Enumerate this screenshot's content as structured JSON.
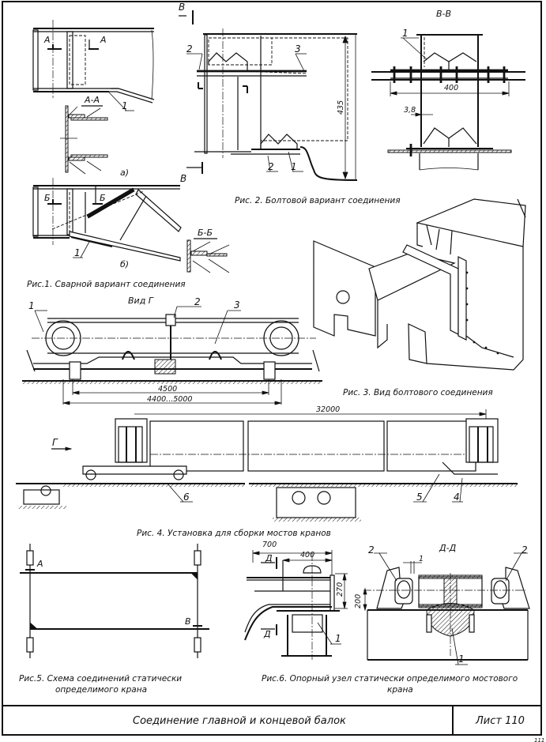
{
  "sheet": {
    "title": "Соединение главной и концевой балок",
    "sheet_label": "Лист 110",
    "page_corner_mark": "111"
  },
  "figures": {
    "fig1": {
      "caption": "Рис.1. Сварной вариант соединения",
      "section_a": "А",
      "section_a_title": "А-А",
      "section_b": "Б",
      "section_b_title": "Б-Б",
      "variant_a": "а)",
      "variant_b": "б)",
      "callouts": [
        "1",
        "1"
      ]
    },
    "fig2": {
      "caption": "Рис. 2. Болтовой вариант соединения",
      "section_mark": "В",
      "section_title": "В-В",
      "callouts": [
        "2",
        "3",
        "2",
        "1",
        "1"
      ],
      "dimensions": {
        "height": "435",
        "width": "400",
        "gap": "3,8"
      }
    },
    "fig3": {
      "caption": "Рис. 3. Вид болтового соединения"
    },
    "fig4": {
      "caption": "Рис. 4. Установка для сборки мостов кранов",
      "view_title": "Вид Г",
      "view_mark": "Г",
      "callouts": [
        "1",
        "2",
        "3",
        "6",
        "5",
        "4"
      ],
      "dimensions": {
        "track": "4500",
        "track_range": "4400...5000",
        "span": "32000"
      }
    },
    "fig5": {
      "caption_line1": "Рис.5. Схема соединений статически",
      "caption_line2": "определимого крана",
      "point_a": "А",
      "point_b": "В"
    },
    "fig6": {
      "caption_line1": "Рис.6. Опорный узел статически определимого мостового",
      "caption_line2": "крана",
      "section_mark": "Д",
      "section_title": "Д-Д",
      "callouts": [
        "1",
        "1",
        "2",
        "2",
        "1"
      ],
      "dimensions": {
        "d700": "700",
        "d400": "400",
        "d270": "270",
        "d200": "200",
        "gap": "1"
      }
    }
  }
}
